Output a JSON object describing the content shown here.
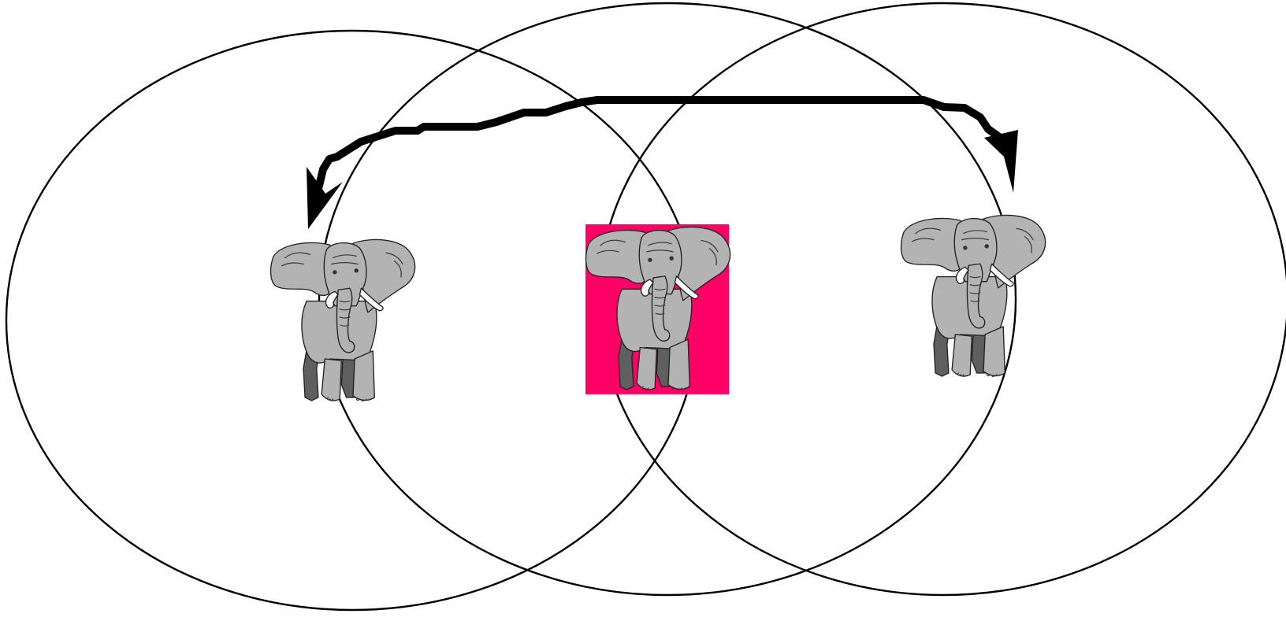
{
  "diagram": {
    "ellipses": [
      {
        "id": "left-ellipse"
      },
      {
        "id": "middle-ellipse"
      },
      {
        "id": "right-ellipse"
      }
    ],
    "elephants": [
      {
        "id": "left-elephant",
        "highlighted": false
      },
      {
        "id": "center-elephant",
        "highlighted": true
      },
      {
        "id": "right-elephant",
        "highlighted": false
      }
    ],
    "arrow": {
      "style": "double-headed-wavy",
      "connects": [
        "left-elephant",
        "right-elephant"
      ]
    },
    "colors": {
      "highlight_background": "#ff0066",
      "elephant_body": "#b3b3b3",
      "elephant_dark_legs": "#5f5f5f",
      "elephant_tusk": "#ffffff",
      "stroke": "#000000",
      "background": "#ffffff"
    }
  }
}
